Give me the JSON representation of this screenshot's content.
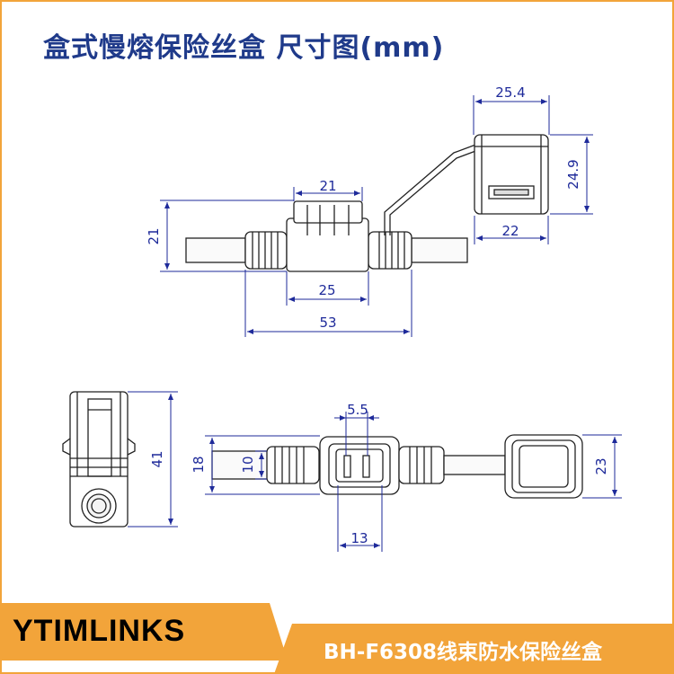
{
  "title": "盒式慢熔保险丝盒 尺寸图(mm)",
  "dimensions": {
    "cap_width": "25.4",
    "cap_height": "24.9",
    "cap_base": "22",
    "body_width_top": "21",
    "body_height": "21",
    "body_length": "25",
    "total_length": "53",
    "side_height": "41",
    "pin_gap": "5.5",
    "housing_width": "13",
    "wire_outer": "18",
    "wire_inner": "10",
    "cap_depth": "23"
  },
  "brand": "YTIMLINKS",
  "product": "BH-F6308线束防水保险丝盒",
  "colors": {
    "accent": "#f2a43a",
    "title": "#1f3a8a",
    "dimension": "#1e2a9a"
  }
}
